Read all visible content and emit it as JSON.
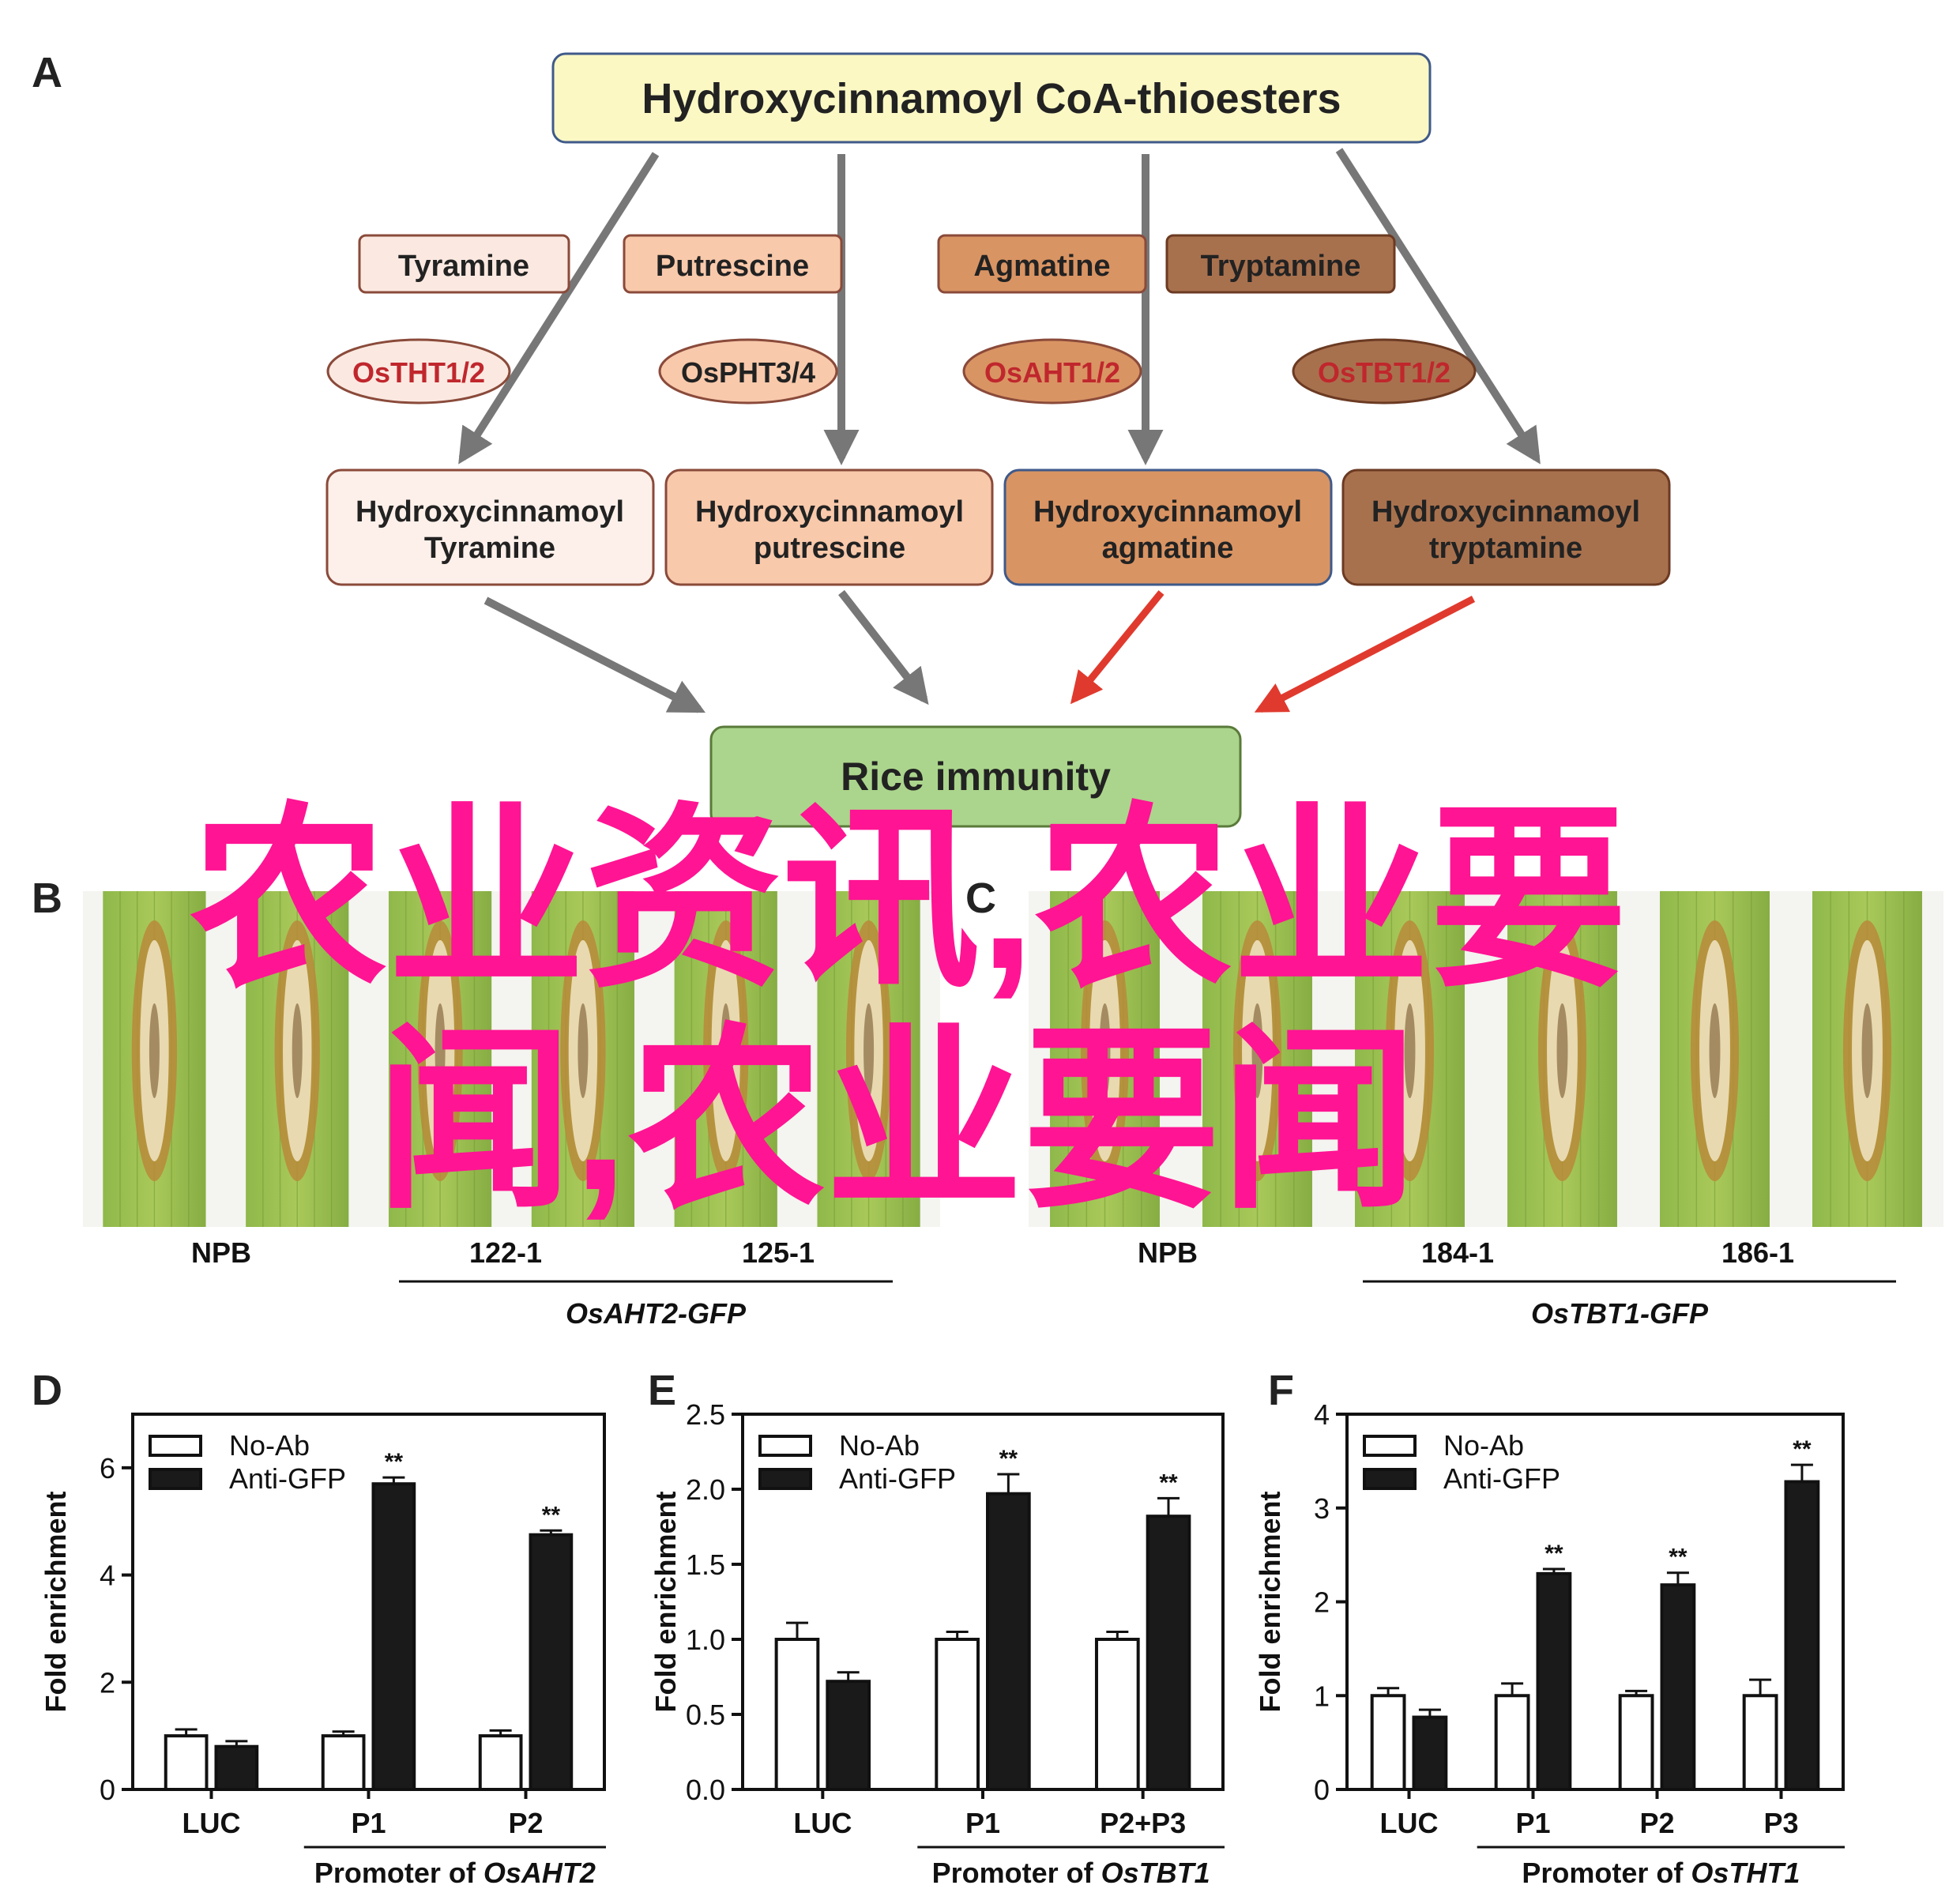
{
  "panel_letters": {
    "a": "A",
    "b": "B",
    "c": "C",
    "d": "D",
    "e": "E",
    "f": "F"
  },
  "pathway": {
    "top": "Hydroxycinnamoyl CoA-thioesters",
    "amines": [
      "Tyramine",
      "Putrescine",
      "Agmatine",
      "Tryptamine"
    ],
    "enzymes": [
      "OsTHT1/2",
      "OsPHT3/4",
      "OsAHT1/2",
      "OsTBT1/2"
    ],
    "products": [
      [
        "Hydroxycinnamoyl",
        "Tyramine"
      ],
      [
        "Hydroxycinnamoyl",
        "putrescine"
      ],
      [
        "Hydroxycinnamoyl",
        "agmatine"
      ],
      [
        "Hydroxycinnamoyl",
        "tryptamine"
      ]
    ],
    "bottom": "Rice immunity"
  },
  "colors": {
    "top_box": "#fbf8c4",
    "amine_fills": [
      "#fbe9e1",
      "#f8c9ab",
      "#d99463",
      "#a8714e"
    ],
    "enzyme_text": [
      "#c0272d",
      "#222222",
      "#c0272d",
      "#c0272d"
    ],
    "product_fills": [
      "#fdf0ea",
      "#f8c9ab",
      "#d99463",
      "#a8714e"
    ],
    "bottom_box": "#abd58c",
    "gray_arrow": "#777777",
    "red_arrow": "#e03a2e",
    "watermark": "#ff1493"
  },
  "leaf_panels": {
    "b": {
      "labels": [
        "NPB",
        "122-1",
        "125-1"
      ],
      "construct": "OsAHT2-GFP"
    },
    "c": {
      "labels": [
        "NPB",
        "184-1",
        "186-1"
      ],
      "construct": "OsTBT1-GFP"
    }
  },
  "watermark": {
    "line1": "农业资讯,农业要",
    "line2": "闻,农业要闻"
  },
  "chart_data": [
    {
      "panel": "D",
      "type": "bar",
      "categories": [
        "LUC",
        "P1",
        "P2"
      ],
      "series": [
        {
          "name": "No-Ab",
          "values": [
            1.0,
            1.0,
            1.0
          ],
          "errors": [
            0.12,
            0.08,
            0.1
          ]
        },
        {
          "name": "Anti-GFP",
          "values": [
            0.8,
            5.7,
            4.75
          ],
          "errors": [
            0.1,
            0.12,
            0.08
          ]
        }
      ],
      "significance": [
        "",
        "**",
        "**"
      ],
      "ylabel": "Fold enrichment",
      "ylim": [
        0,
        7
      ],
      "yticks": [
        0,
        2,
        4,
        6
      ],
      "group_label": "Promoter of ",
      "group_gene": "OsAHT2"
    },
    {
      "panel": "E",
      "type": "bar",
      "categories": [
        "LUC",
        "P1",
        "P2+P3"
      ],
      "series": [
        {
          "name": "No-Ab",
          "values": [
            1.0,
            1.0,
            1.0
          ],
          "errors": [
            0.11,
            0.05,
            0.05
          ]
        },
        {
          "name": "Anti-GFP",
          "values": [
            0.72,
            1.97,
            1.82
          ],
          "errors": [
            0.06,
            0.13,
            0.12
          ]
        }
      ],
      "significance": [
        "",
        "**",
        "**"
      ],
      "ylabel": "Fold enrichment",
      "ylim": [
        0,
        2.5
      ],
      "yticks": [
        "0.0",
        "0.5",
        "1.0",
        "1.5",
        "2.0",
        "2.5"
      ],
      "group_label": "Promoter of ",
      "group_gene": "OsTBT1"
    },
    {
      "panel": "F",
      "type": "bar",
      "categories": [
        "LUC",
        "P1",
        "P2",
        "P3"
      ],
      "series": [
        {
          "name": "No-Ab",
          "values": [
            1.0,
            1.0,
            1.0,
            1.0
          ],
          "errors": [
            0.08,
            0.13,
            0.05,
            0.17
          ]
        },
        {
          "name": "Anti-GFP",
          "values": [
            0.77,
            2.3,
            2.18,
            3.28
          ],
          "errors": [
            0.08,
            0.05,
            0.13,
            0.18
          ]
        }
      ],
      "significance": [
        "",
        "**",
        "**",
        "**"
      ],
      "ylabel": "Fold enrichment",
      "ylim": [
        0,
        4
      ],
      "yticks": [
        0,
        1,
        2,
        3,
        4
      ],
      "group_label": "Promoter of ",
      "group_gene": "OsTHT1"
    }
  ]
}
